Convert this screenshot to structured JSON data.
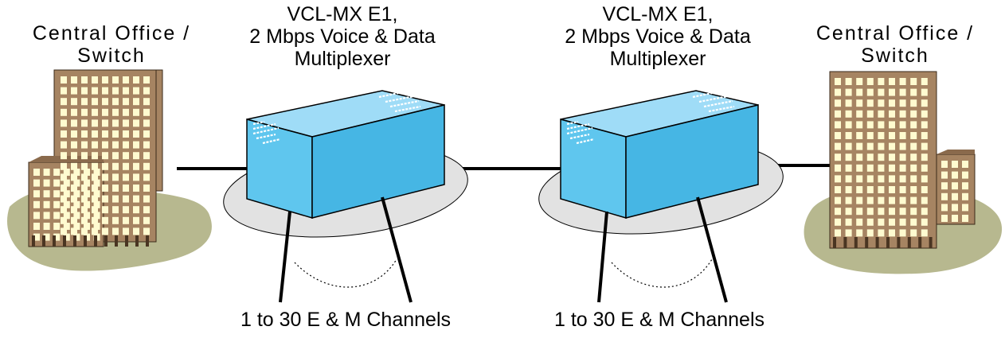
{
  "sites": [
    {
      "lines": [
        "Central Office /",
        "Switch"
      ]
    },
    {
      "lines": [
        "Central Office /",
        "Switch"
      ]
    }
  ],
  "multiplexers": [
    {
      "lines": [
        "VCL-MX E1,",
        "2 Mbps Voice & Data",
        "Multiplexer"
      ]
    },
    {
      "lines": [
        "VCL-MX E1,",
        "2 Mbps Voice & Data",
        "Multiplexer"
      ]
    }
  ],
  "channels": [
    {
      "label": "1 to 30 E & M Channels"
    },
    {
      "label": "1 to 30 E & M Channels"
    }
  ],
  "colors": {
    "building": "#a68462",
    "window": "#fffbd0",
    "ground": "#b7b88f",
    "mux_front": "#5fc6ee",
    "mux_top": "#9fdcf7",
    "mux_side": "#46b6e4",
    "pad": "#e2e2e2"
  }
}
